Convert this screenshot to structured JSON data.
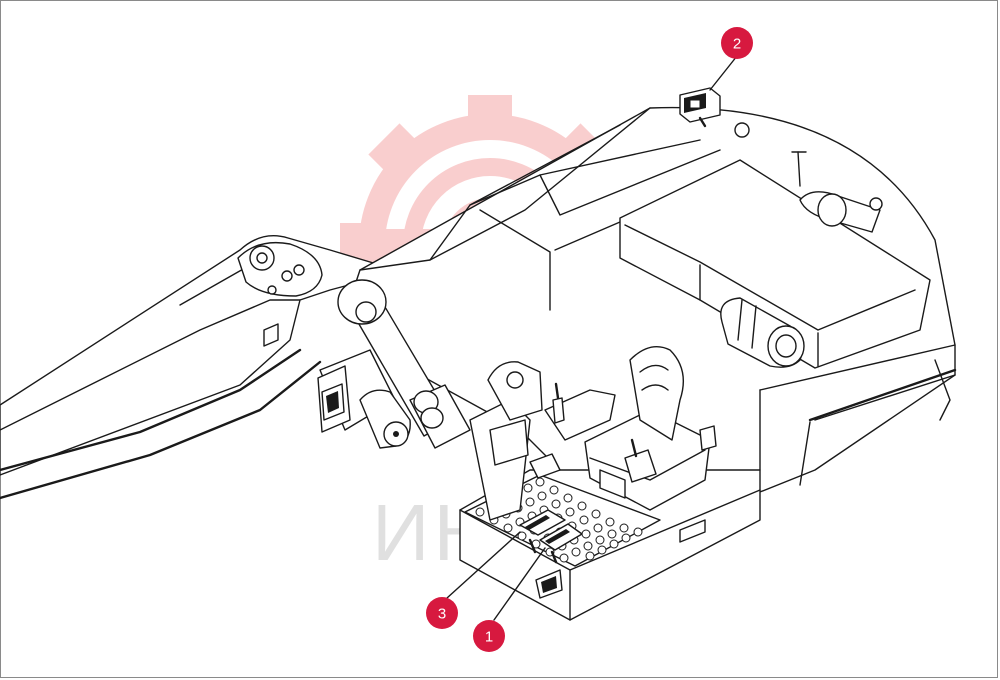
{
  "diagram": {
    "callouts": [
      {
        "id": "callout-1",
        "label": "1"
      },
      {
        "id": "callout-2",
        "label": "2"
      },
      {
        "id": "callout-3",
        "label": "3"
      }
    ],
    "watermark_text": "ИНТ",
    "colors": {
      "callout_fill": "#d7193f",
      "line": "#1a1a1a",
      "watermark": "#f08a8a",
      "frame": "#8a8a8a"
    }
  }
}
